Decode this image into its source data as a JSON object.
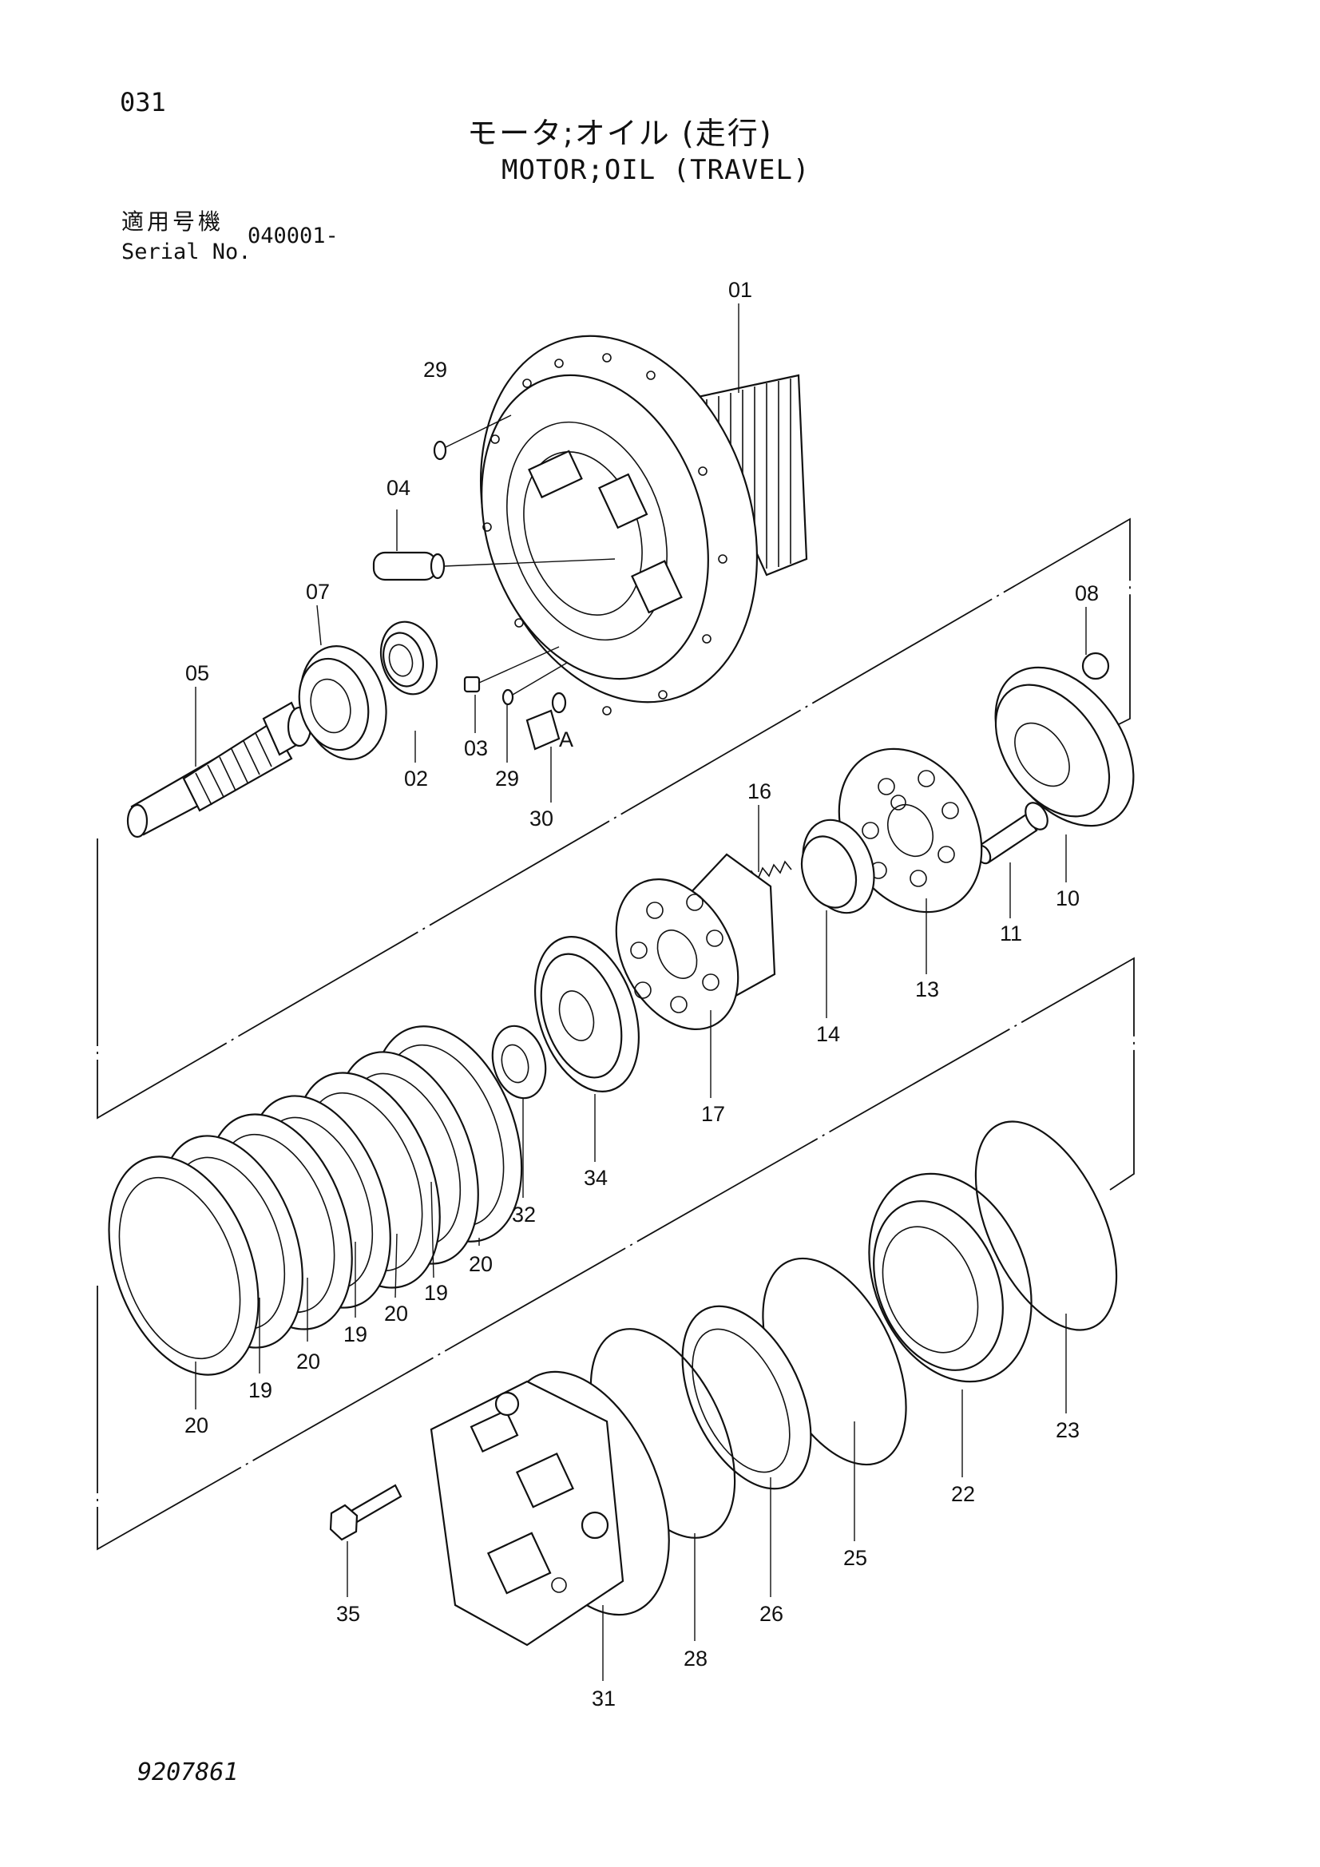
{
  "page_number": "031",
  "title_japanese": "モータ;オイル (走行)",
  "title_english": "MOTOR;OIL (TRAVEL)",
  "serial": {
    "label_japanese": "適用号機",
    "label_english": "Serial No.",
    "value": "040001-"
  },
  "document_number": "9207861",
  "section_marker": "A",
  "part_callouts": {
    "p01": "01",
    "p02": "02",
    "p03": "03",
    "p04": "04",
    "p05": "05",
    "p07": "07",
    "p08": "08",
    "p10": "10",
    "p11": "11",
    "p13": "13",
    "p14": "14",
    "p16": "16",
    "p17": "17",
    "p19a": "19",
    "p19b": "19",
    "p19c": "19",
    "p20a": "20",
    "p20b": "20",
    "p20c": "20",
    "p20d": "20",
    "p22": "22",
    "p23": "23",
    "p25": "25",
    "p26": "26",
    "p28": "28",
    "p29a": "29",
    "p29b": "29",
    "p30": "30",
    "p31": "31",
    "p32": "32",
    "p34": "34",
    "p35": "35"
  }
}
